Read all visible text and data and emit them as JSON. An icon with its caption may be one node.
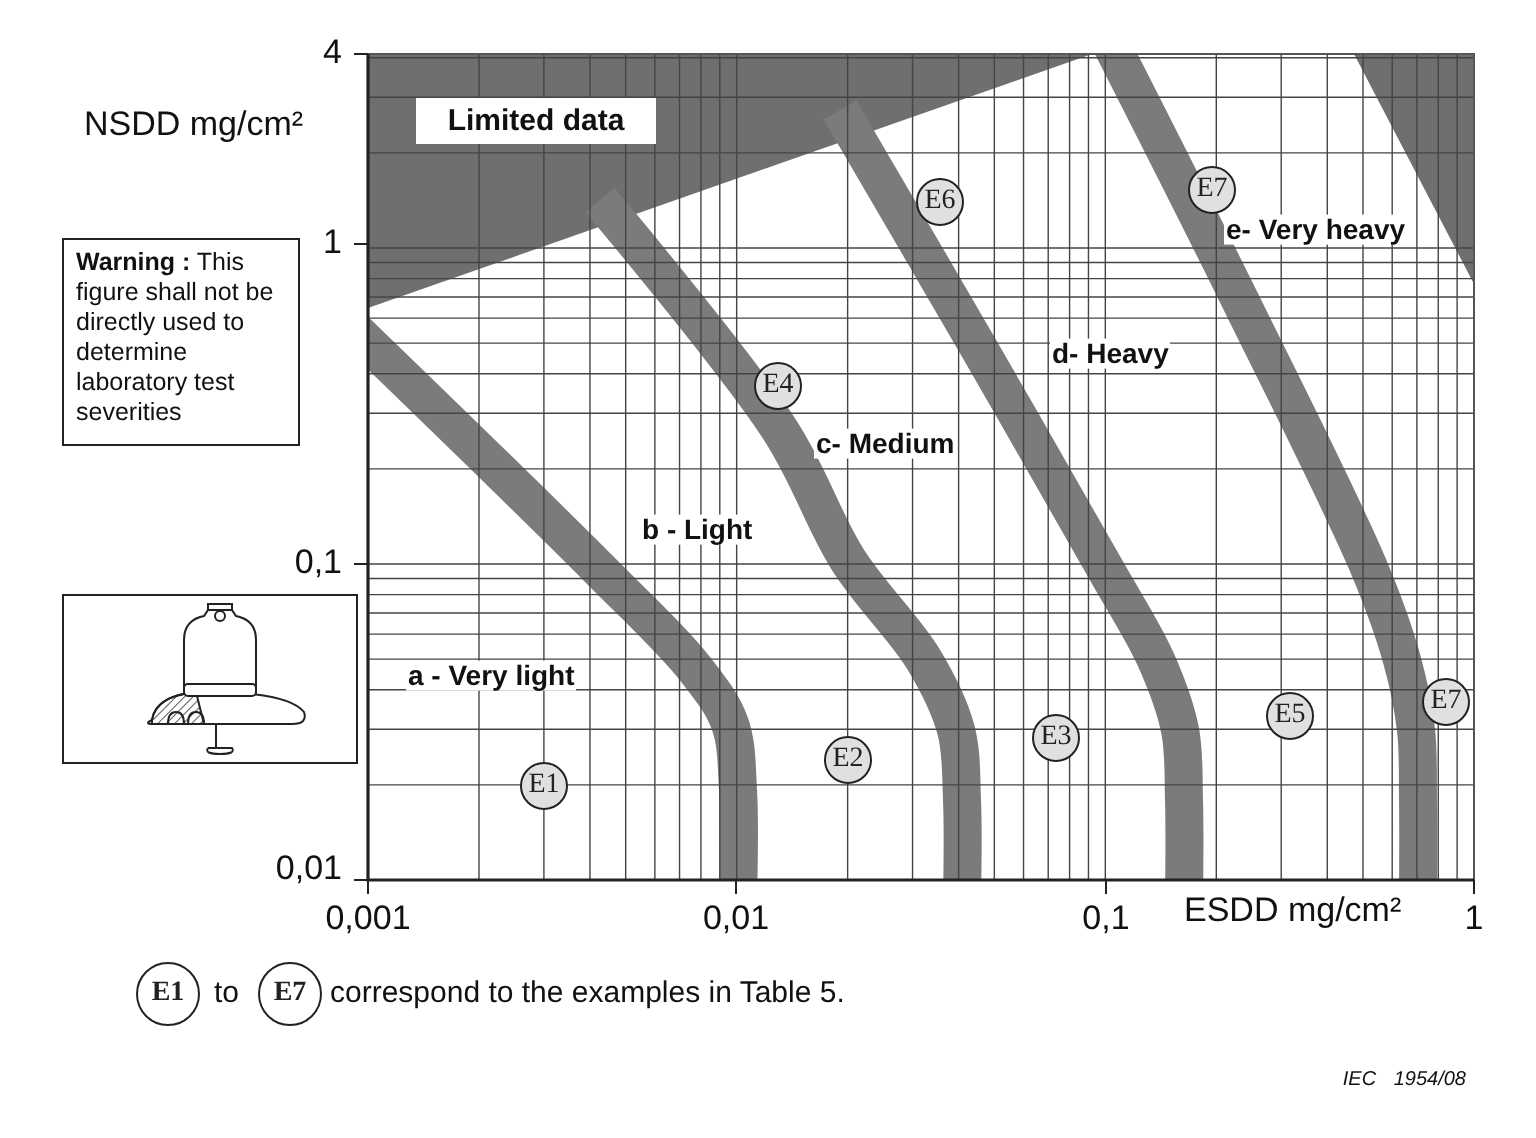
{
  "diagram": {
    "nodes": [
      {
        "text": [
          "Limited data"
        ]
      },
      {
        "text": [
          "E7"
        ]
      },
      {
        "text": [
          "E6"
        ]
      },
      {
        "text": [
          "**Warning :** This figure shall not be directly used to determine laboratory test severities"
        ]
      },
      {
        "text": [
          "E4"
        ]
      },
      {
        "text": [],
        "shape": "picture"
      },
      {
        "text": [
          "E7"
        ]
      },
      {
        "text": [
          "E5"
        ]
      },
      {
        "text": [
          "E3"
        ]
      },
      {
        "text": [
          "E2"
        ]
      },
      {
        "text": [
          "E1"
        ]
      },
      {
        "text": [
          "E1"
        ]
      },
      {
        "text": [
          "E7"
        ]
      }
    ],
    "labels": [
      "4",
      "NSDD mg/cm²",
      "1",
      "e- Very heavy",
      "d- Heavy",
      "c- Medium",
      "b - Light",
      "0,1",
      "a - Very light",
      "0,01",
      "0,001",
      "0,01",
      "0,1",
      "ESDD mg/cm²",
      "1",
      "to",
      "correspond to the examples in Table 5.",
      "IEC 1954/08"
    ]
  }
}
